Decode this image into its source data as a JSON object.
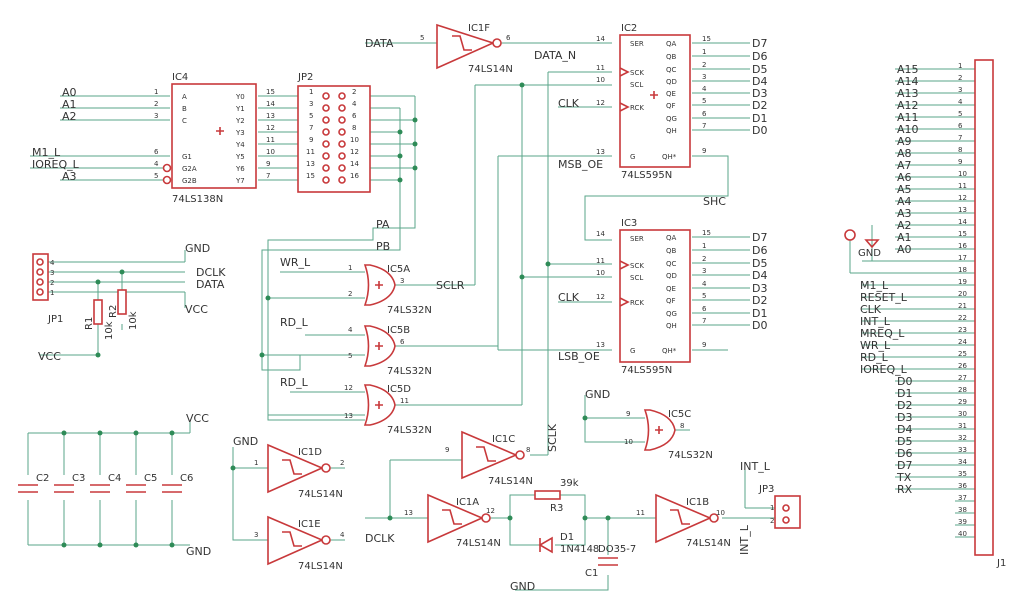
{
  "parts": {
    "ic1f": {
      "ref": "IC1F",
      "type": "74LS14N",
      "pin_in": "5",
      "pin_out": "6"
    },
    "ic2": {
      "ref": "IC2",
      "type": "74LS595N",
      "left_pins": [
        {
          "num": "14",
          "name": "SER"
        },
        {
          "num": "11",
          "name": "SCK"
        },
        {
          "num": "10",
          "name": "SCL"
        },
        {
          "num": "12",
          "name": "RCK"
        },
        {
          "num": "13",
          "name": "G"
        }
      ],
      "right_pins": [
        {
          "num": "15",
          "name": "QA"
        },
        {
          "num": "1",
          "name": "QB"
        },
        {
          "num": "2",
          "name": "QC"
        },
        {
          "num": "3",
          "name": "QD"
        },
        {
          "num": "4",
          "name": "QE"
        },
        {
          "num": "5",
          "name": "QF"
        },
        {
          "num": "6",
          "name": "QG"
        },
        {
          "num": "7",
          "name": "QH"
        },
        {
          "num": "9",
          "name": "QH*"
        }
      ]
    },
    "ic3": {
      "ref": "IC3",
      "type": "74LS595N",
      "left_pins": [
        {
          "num": "14",
          "name": "SER"
        },
        {
          "num": "11",
          "name": "SCK"
        },
        {
          "num": "10",
          "name": "SCL"
        },
        {
          "num": "12",
          "name": "RCK"
        },
        {
          "num": "13",
          "name": "G"
        }
      ],
      "right_pins": [
        {
          "num": "15",
          "name": "QA"
        },
        {
          "num": "1",
          "name": "QB"
        },
        {
          "num": "2",
          "name": "QC"
        },
        {
          "num": "3",
          "name": "QD"
        },
        {
          "num": "4",
          "name": "QE"
        },
        {
          "num": "5",
          "name": "QF"
        },
        {
          "num": "6",
          "name": "QG"
        },
        {
          "num": "7",
          "name": "QH"
        },
        {
          "num": "9",
          "name": "QH*"
        }
      ]
    },
    "ic4": {
      "ref": "IC4",
      "type": "74LS138N",
      "left_pins": [
        {
          "num": "1",
          "name": "A"
        },
        {
          "num": "2",
          "name": "B"
        },
        {
          "num": "3",
          "name": "C"
        },
        {
          "num": "6",
          "name": "G1"
        },
        {
          "num": "4",
          "name": "G2A"
        },
        {
          "num": "5",
          "name": "G2B"
        }
      ],
      "right_pins": [
        {
          "num": "15",
          "name": "Y0"
        },
        {
          "num": "14",
          "name": "Y1"
        },
        {
          "num": "13",
          "name": "Y2"
        },
        {
          "num": "12",
          "name": "Y3"
        },
        {
          "num": "11",
          "name": "Y4"
        },
        {
          "num": "10",
          "name": "Y5"
        },
        {
          "num": "9",
          "name": "Y6"
        },
        {
          "num": "7",
          "name": "Y7"
        }
      ]
    },
    "jp2": {
      "ref": "JP2",
      "left_nums": [
        "1",
        "3",
        "5",
        "7",
        "9",
        "11",
        "13",
        "15"
      ],
      "right_nums": [
        "2",
        "4",
        "6",
        "8",
        "10",
        "12",
        "14",
        "16"
      ]
    },
    "ic5a": {
      "ref": "IC5A",
      "type": "74LS32N",
      "in1": "1",
      "in2": "2",
      "out": "3"
    },
    "ic5b": {
      "ref": "IC5B",
      "type": "74LS32N",
      "in1": "4",
      "in2": "5",
      "out": "6"
    },
    "ic5d": {
      "ref": "IC5D",
      "type": "74LS32N",
      "in1": "12",
      "in2": "13",
      "out": "11"
    },
    "ic5c": {
      "ref": "IC5C",
      "type": "74LS32N",
      "in1": "9",
      "in2": "10",
      "out": "8"
    },
    "ic1d": {
      "ref": "IC1D",
      "type": "74LS14N",
      "pin_in": "1",
      "pin_out": "2"
    },
    "ic1e": {
      "ref": "IC1E",
      "type": "74LS14N",
      "pin_in": "3",
      "pin_out": "4"
    },
    "ic1c": {
      "ref": "IC1C",
      "type": "74LS14N",
      "pin_in": "9",
      "pin_out": "8"
    },
    "ic1a": {
      "ref": "IC1A",
      "type": "74LS14N",
      "pin_in": "13",
      "pin_out": "12"
    },
    "ic1b": {
      "ref": "IC1B",
      "type": "74LS14N",
      "pin_in": "11",
      "pin_out": "10"
    },
    "jp1": {
      "ref": "JP1",
      "pins": [
        "4",
        "3",
        "2",
        "1"
      ]
    },
    "jp3": {
      "ref": "JP3",
      "pins": [
        "1",
        "2"
      ]
    },
    "r1": {
      "ref": "R1",
      "value": "10k"
    },
    "r2": {
      "ref": "R2",
      "value": "10k"
    },
    "r3": {
      "ref": "R3",
      "value": "39k"
    },
    "d1": {
      "ref": "D1",
      "value": "1N4148"
    },
    "c1": {
      "ref": "C1",
      "value": "DO35-7"
    },
    "caps": [
      "C2",
      "C3",
      "C4",
      "C5",
      "C6"
    ],
    "j1": {
      "ref": "J1",
      "pins": [
        "1",
        "2",
        "3",
        "4",
        "5",
        "6",
        "7",
        "8",
        "9",
        "10",
        "11",
        "12",
        "13",
        "14",
        "15",
        "16",
        "17",
        "18",
        "19",
        "20",
        "21",
        "22",
        "23",
        "24",
        "25",
        "26",
        "27",
        "28",
        "29",
        "30",
        "31",
        "32",
        "33",
        "34",
        "35",
        "36",
        "37",
        "38",
        "39",
        "40"
      ]
    },
    "gnd_symbol": {
      "label": "GND"
    }
  },
  "nets": {
    "data_in": "DATA",
    "data_n": "DATA_N",
    "clk": "CLK",
    "msb_oe": "MSB_OE",
    "shc": "SHC",
    "lsb_oe": "LSB_OE",
    "sclr": "SCLR",
    "sclk": "SCLK",
    "pa": "PA",
    "pb": "PB",
    "wr_l": "WR_L",
    "rd_l_1": "RD_L",
    "rd_l_2": "RD_L",
    "gnd": "GND",
    "vcc": "VCC",
    "dclk": "DCLK",
    "int_l": "INT_L",
    "int_l_rot": "INT_L",
    "decoder_inputs": [
      "A0",
      "A1",
      "A2",
      "M1_L",
      "IOREQ_L",
      "A3"
    ],
    "ic2_outputs": [
      "D7",
      "D6",
      "D5",
      "D4",
      "D3",
      "D2",
      "D1",
      "D0"
    ],
    "ic3_outputs": [
      "D7",
      "D6",
      "D5",
      "D4",
      "D3",
      "D2",
      "D1",
      "D0"
    ],
    "jp1_labels": [
      "GND",
      "DCLK",
      "DATA",
      "VCC"
    ],
    "cap_labels": [
      "VCC",
      "GND"
    ],
    "ic1_labels": [
      "GND",
      "GND"
    ],
    "j1_labels": [
      "A15",
      "A14",
      "A13",
      "A12",
      "A11",
      "A10",
      "A9",
      "A8",
      "A7",
      "A6",
      "A5",
      "A4",
      "A3",
      "A2",
      "A1",
      "A0",
      "",
      "",
      "M1_L",
      "RESET_L",
      "CLK",
      "INT_L",
      "MREQ_L",
      "WR_L",
      "RD_L",
      "IOREQ_L",
      "D0",
      "D1",
      "D2",
      "D3",
      "D4",
      "D5",
      "D6",
      "D7",
      "TX",
      "RX",
      "",
      "",
      "",
      ""
    ]
  },
  "colors": {
    "symbol": "#c8393b",
    "wire": "#5aa68a",
    "junction": "#2e8b57",
    "text": "#333333"
  }
}
